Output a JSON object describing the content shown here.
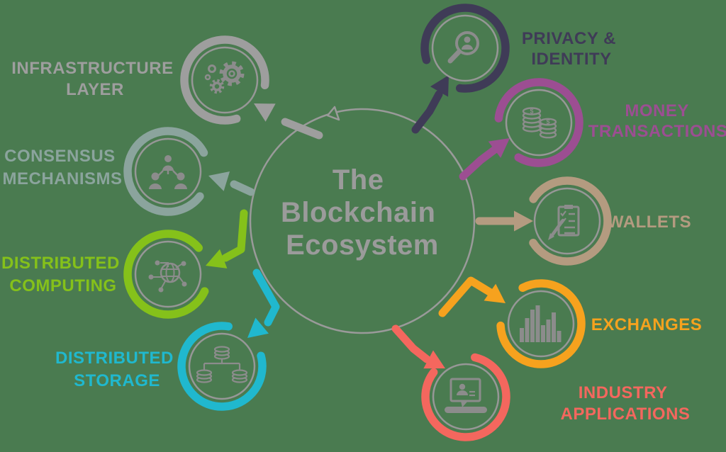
{
  "title": "The Blockchain Ecosystem",
  "center": {
    "title_lines": [
      "The",
      "Blockchain",
      "Ecosystem"
    ],
    "ring_color": "#9a9a9a",
    "text_color": "#9b9b9b"
  },
  "colors": {
    "background": "#4a7b50",
    "icon_gray": "#8c8c8c",
    "inner_circle_gray": "#979797"
  },
  "nodes": [
    {
      "id": "privacy-identity",
      "label_lines": [
        "PRIVACY &",
        "IDENTITY"
      ],
      "color": "#3f3b57",
      "icon": "magnifier-person-icon"
    },
    {
      "id": "money-transactions",
      "label_lines": [
        "MONEY",
        "TRANSACTIONS"
      ],
      "color": "#9c4e92",
      "icon": "coin-stacks-icon"
    },
    {
      "id": "wallets",
      "label_lines": [
        "WALLETS"
      ],
      "color": "#b49b80",
      "icon": "clipboard-pen-icon"
    },
    {
      "id": "exchanges",
      "label_lines": [
        "EXCHANGES"
      ],
      "color": "#f6a21e",
      "icon": "bar-chart-icon"
    },
    {
      "id": "industry-applications",
      "label_lines": [
        "INDUSTRY",
        "APPLICATIONS"
      ],
      "color": "#f4675e",
      "icon": "monitor-user-icon"
    },
    {
      "id": "distributed-storage",
      "label_lines": [
        "DISTRIBUTED",
        "STORAGE"
      ],
      "color": "#20b8ce",
      "icon": "database-network-icon"
    },
    {
      "id": "distributed-computing",
      "label_lines": [
        "DISTRIBUTED",
        "COMPUTING"
      ],
      "color": "#85c11a",
      "icon": "globe-network-icon"
    },
    {
      "id": "consensus-mechanisms",
      "label_lines": [
        "CONSENSUS",
        "MECHANISMS"
      ],
      "color": "#8ba49d",
      "icon": "people-hierarchy-icon"
    },
    {
      "id": "infrastructure-layer",
      "label_lines": [
        "INFRASTRUCTURE",
        "LAYER"
      ],
      "color": "#9e9e9e",
      "icon": "gears-icon"
    }
  ]
}
